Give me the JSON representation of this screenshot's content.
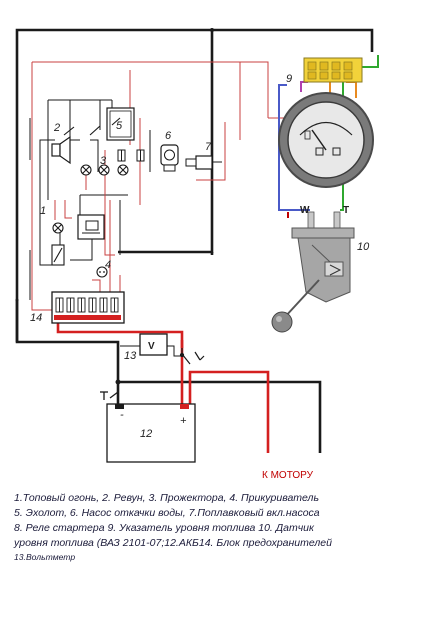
{
  "labels": {
    "n1": "1",
    "n2": "2",
    "n3": "3",
    "n4": "4",
    "n5": "5",
    "n6": "6",
    "n7": "7",
    "n9": "9",
    "n10": "10",
    "n12": "12",
    "n13": "13",
    "n14": "14",
    "w": "W",
    "t": "T",
    "v": "V",
    "plus": "+",
    "minus": "-",
    "to_motor": "К  МОТОРУ"
  },
  "legend": [
    "1.Топовый огонь, 2. Ревун, 3. Прожектора, 4. Прикуриватель",
    "5. Эхолот, 6. Насос откачки воды, 7.Поплавковый вкл.насоса",
    "8. Реле стартера 9. Указатель уровня топлива 10. Датчик",
    "уровня топлива (ВАЗ 2101-07;12.АКБ14. Блок предохранителей",
    "13.Вольтметр"
  ],
  "colors": {
    "black_wire": "#1a1a1a",
    "red_wire": "#d42020",
    "thin_red_wire": "#c84040",
    "green_wire": "#2fa82f",
    "blue_wire": "#4a5ac8",
    "purple_wire": "#b040b0",
    "orange_wire": "#e88a20",
    "connector_yellow": "#f2d23a"
  }
}
